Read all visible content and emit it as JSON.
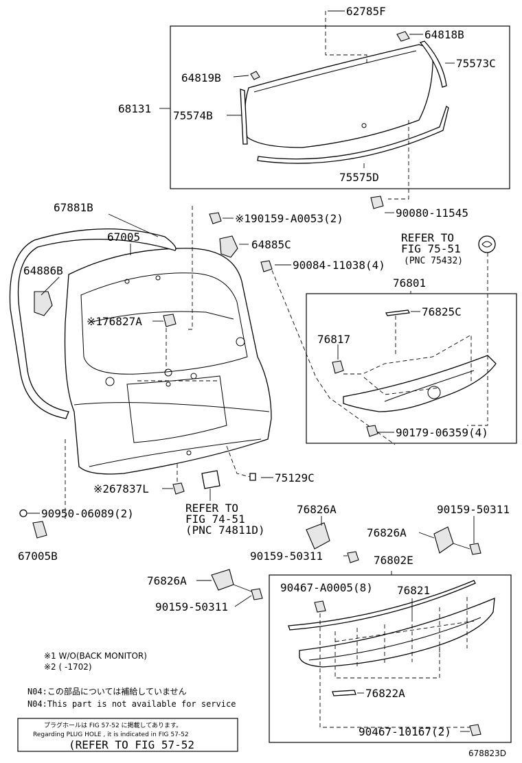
{
  "labels": {
    "p62785F": "62785F",
    "p64818B": "64818B",
    "p75573C": "75573C",
    "p64819B": "64819B",
    "p68131": "68131",
    "p75574B": "75574B",
    "p75575D": "75575D",
    "p67881B": "67881B",
    "p90159A0053": "※190159-A0053(2)",
    "p90080": "90080-11545",
    "p67005": "67005",
    "p64885C": "64885C",
    "refer75_1": "REFER TO",
    "refer75_2": "FIG 75-51",
    "refer75_3": "(PNC 75432)",
    "p64886B": "64886B",
    "p90084": "90084-11038(4)",
    "p76801": "76801",
    "p76827A": "※176827A",
    "p76825C": "76825C",
    "p76817": "76817",
    "p90179": "90179-06359(4)",
    "p75129C": "75129C",
    "p67837L": "※267837L",
    "refer74_1": "REFER TO",
    "refer74_2": "FIG 74-51",
    "refer74_3": "(PNC 74811D)",
    "p90950": "90950-06089(2)",
    "p67005B": "67005B",
    "p76826A_1": "76826A",
    "p90159_50311_r": "90159-50311",
    "p76826A_2": "76826A",
    "p90159_50311_c": "90159-50311",
    "p76802E": "76802E",
    "p76826A_3": "76826A",
    "p90159_50311_l": "90159-50311",
    "p90467A": "90467-A0005(8)",
    "p76821": "76821",
    "p76822A": "76822A",
    "p90467_10167": "90467-10167(2)"
  },
  "notes": {
    "n1": "※1 W/O(BACK MONITOR)",
    "n2": "※2 (      -1702)",
    "n3": "N04:この部品については補給していません",
    "n4": "N04:This part is not available for service",
    "plug_jp": "プラグホールは FIG 57-52 に掲載してあります。",
    "plug_en": "Regarding PLUG HOLE , it is indicated in FIG 57-52",
    "plug_ref": "(REFER TO FIG 57-52"
  },
  "diagram_id": "678823D",
  "colors": {
    "ink": "#000000",
    "paper": "#ffffff",
    "shade": "#e6e6e6"
  }
}
